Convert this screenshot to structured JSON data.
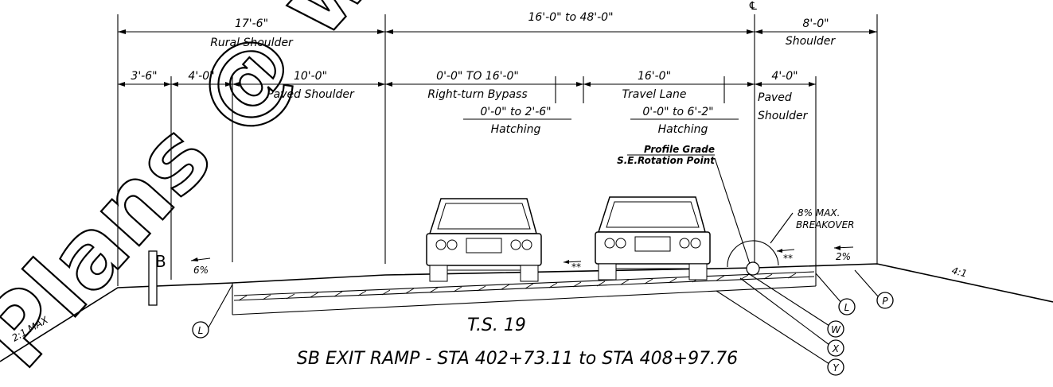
{
  "dimensions": {
    "rural_shoulder_width": "17'-6\"",
    "rural_shoulder_label": "Rural Shoulder",
    "ramp_width": "16'-0\" to 48'-0\"",
    "right_shoulder_width": "8'-0\"",
    "right_shoulder_label": "Shoulder",
    "seg_1": "3'-6\"",
    "seg_2": "4'-0\"",
    "paved_shoulder_width": "10'-0\"",
    "paved_shoulder_label": "Paved Shoulder",
    "bypass_width": "0'-0\" TO 16'-0\"",
    "bypass_label": "Right-turn Bypass",
    "bypass_hatch_width": "0'-0\" to 2'-6\"",
    "bypass_hatch_label": "Hatching",
    "travel_lane_width": "16'-0\"",
    "travel_lane_label": "Travel Lane",
    "lane_hatch_width": "0'-0\" to 6'-2\"",
    "lane_hatch_label": "Hatching",
    "right_paved_width": "4'-0\"",
    "right_paved_label_1": "Paved",
    "right_paved_label_2": "Shoulder"
  },
  "annotations": {
    "centerline_symbol": "℄",
    "profile_grade": "Profile Grade",
    "rotation_point": "S.E.Rotation Point",
    "breakover_1": "8% MAX.",
    "breakover_2": "BREAKOVER",
    "slope_left_fill": "2:1 MAX",
    "slope_right": "4:1",
    "cross_slope_left": "6%",
    "cross_slope_right": "2%",
    "arrow_mark_1": "**",
    "arrow_mark_2": "**",
    "sign_letter": "B"
  },
  "callouts": {
    "L_left": "L",
    "L_right": "L",
    "P": "P",
    "W": "W",
    "X": "X",
    "Y": "Y"
  },
  "title": {
    "section": "T.S. 19",
    "ramp": "SB EXIT RAMP - STA 402+73.11 to STA 408+97.76"
  },
  "watermark": {
    "text": "Plans @ www."
  }
}
